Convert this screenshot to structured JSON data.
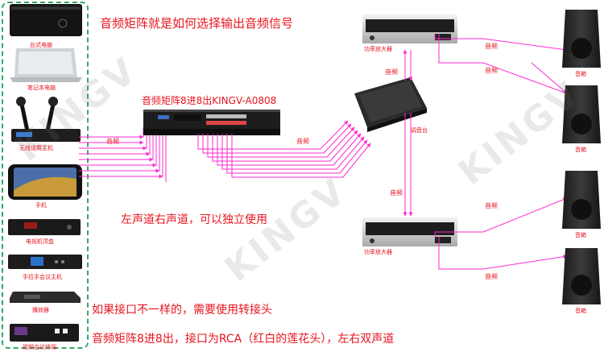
{
  "title": "音频矩阵就是如何选择输出音频信号",
  "matrix_label": "音频矩阵8进8出KINGV-A0808",
  "note_lr": "左声道右声道，可以独立使用",
  "note_adapter": "如果接口不一样的，需要使用转接头",
  "note_spec": "音频矩阵8进8出，接口为RCA（红白的莲花头），左右双声道",
  "watermark": "KINGV",
  "sources": [
    {
      "label": "台式电脑",
      "icon": "desktop-pc-icon"
    },
    {
      "label": "笔记本电脑",
      "icon": "laptop-icon"
    },
    {
      "label": "无线话筒主机",
      "icon": "wireless-mic-icon"
    },
    {
      "label": "手机",
      "icon": "smartphone-icon"
    },
    {
      "label": "电视机顶盒",
      "icon": "set-top-box-icon"
    },
    {
      "label": "手拉手会议主机",
      "icon": "conference-host-icon"
    },
    {
      "label": "播放器",
      "icon": "media-player-icon"
    },
    {
      "label": "视频会议终端",
      "icon": "video-conference-terminal-icon"
    }
  ],
  "audio_label": "音频",
  "mixer_label": "调音台",
  "amp_label": "功率放大器",
  "speaker_label": "音箱",
  "colors": {
    "signal": "#ff2ad2",
    "text": "#e8141e",
    "panel_border": "#35a86a",
    "device": "#2a2a2a"
  }
}
